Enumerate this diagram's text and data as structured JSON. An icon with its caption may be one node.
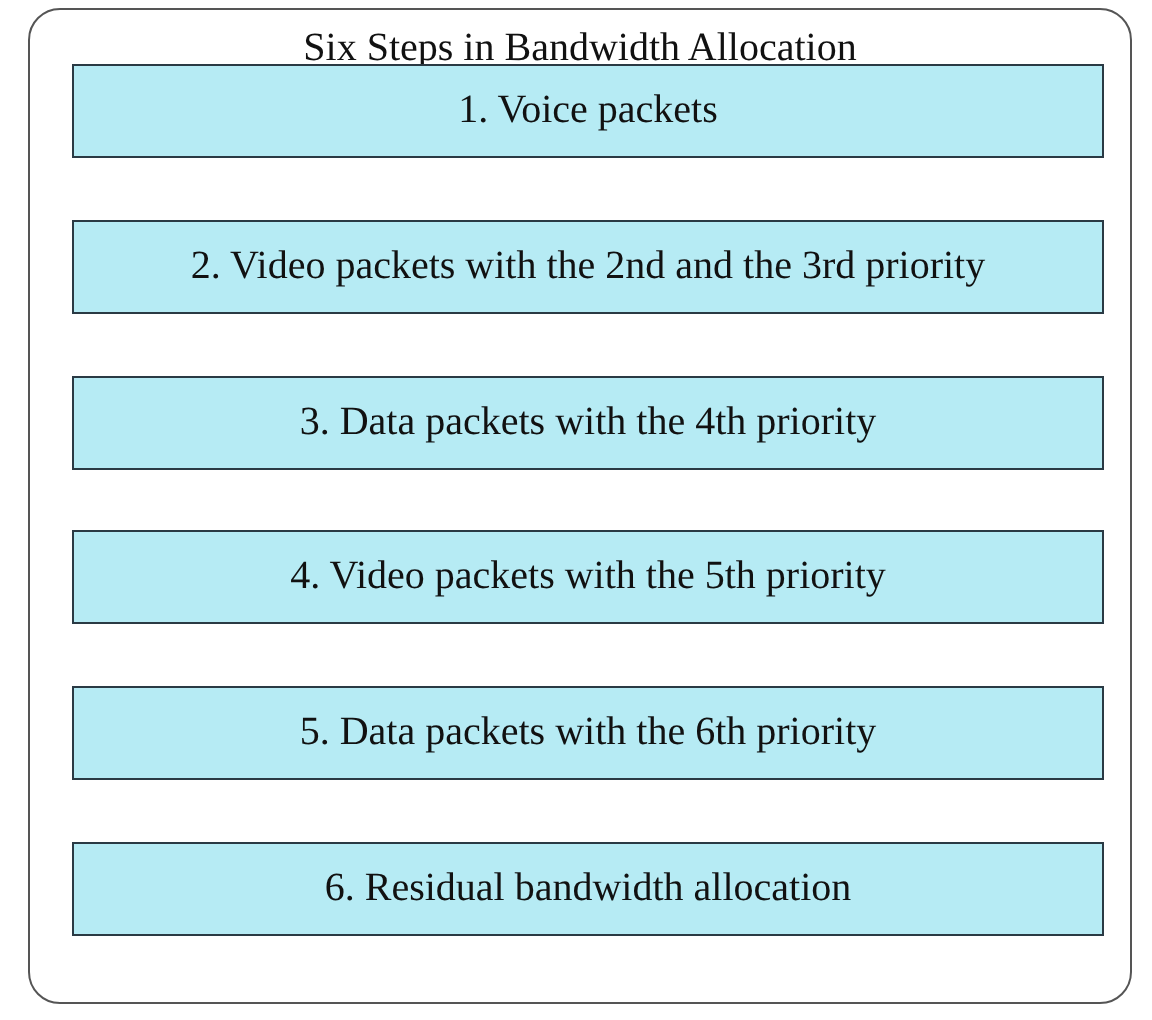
{
  "diagram": {
    "nodes": [
      {
        "text": [
          "Six Steps in Bandwidth Allocation"
        ]
      },
      {
        "text": [
          "1. Voice packets"
        ],
        "in": 0
      },
      {
        "text": [
          "2. Video packets with the 2nd and the 3rd priority"
        ],
        "in": 0
      },
      {
        "text": [
          "3. Data packets with the 4th priority"
        ],
        "in": 0
      },
      {
        "text": [
          "4. Video packets with the 5th priority"
        ],
        "in": 0
      },
      {
        "text": [
          "5. Data packets with the 6th priority"
        ],
        "in": 0
      },
      {
        "text": [
          "6. Residual bandwidth allocation"
        ],
        "in": 0
      }
    ]
  }
}
